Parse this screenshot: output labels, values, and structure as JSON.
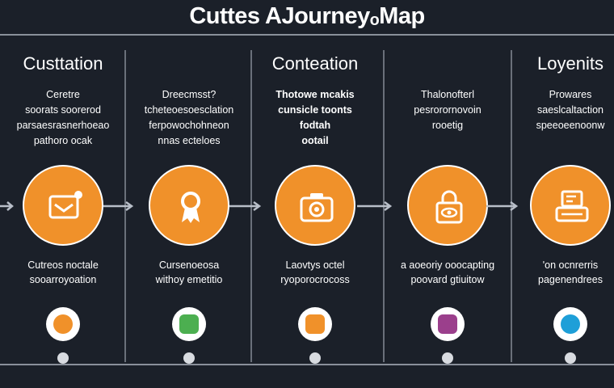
{
  "title": "Cuttes AJourneyₒMap",
  "stages": [
    {
      "title": "Custtation",
      "desc_bold": false,
      "desc": [
        "Ceretre",
        "soorats soorerod",
        "parsaesrasnerhoeao",
        "pathoro ocak"
      ],
      "icon": "envelope-icon",
      "caption": [
        "Cutreos noctale",
        "sooarroyoation"
      ],
      "badge_icon": "shield-icon",
      "badge_color": "#f0912a"
    },
    {
      "title": "",
      "desc_bold": false,
      "desc": [
        "Dreecmsst?",
        "tcheteoesoesclation",
        "ferpowochohneon",
        "nnas ecteloes"
      ],
      "icon": "award-ribbon-icon",
      "caption": [
        "Cursenoeosa",
        "withoy emetitio"
      ],
      "badge_icon": "app-icon",
      "badge_color": "#4caf50"
    },
    {
      "title": "Conteation",
      "desc_bold": true,
      "desc": [
        "Thotowe mcakis",
        "cunsicle toonts",
        "fodtah",
        "ootail"
      ],
      "icon": "camera-icon",
      "caption": [
        "Laovtys octel",
        "ryoporocrocoss"
      ],
      "badge_icon": "document-icon",
      "badge_color": "#f0912a"
    },
    {
      "title": "",
      "desc_bold": false,
      "desc": [
        "Thalonofterl",
        "pesrorornovoin",
        "rooetig"
      ],
      "icon": "lock-eye-icon",
      "caption": [
        "a aoeoriy ooocapting",
        "poovard gtiuitow"
      ],
      "badge_icon": "bag-icon",
      "badge_color": "#9b3f8c"
    },
    {
      "title": "Loyenits",
      "desc_bold": false,
      "desc": [
        "Prowares",
        "saeslcaltaction",
        "speeoeenoonw"
      ],
      "icon": "register-icon",
      "caption": [
        "'on ocnrerris",
        "pagenendrees"
      ],
      "badge_icon": "refresh-icon",
      "badge_color": "#1e9fd8"
    }
  ]
}
